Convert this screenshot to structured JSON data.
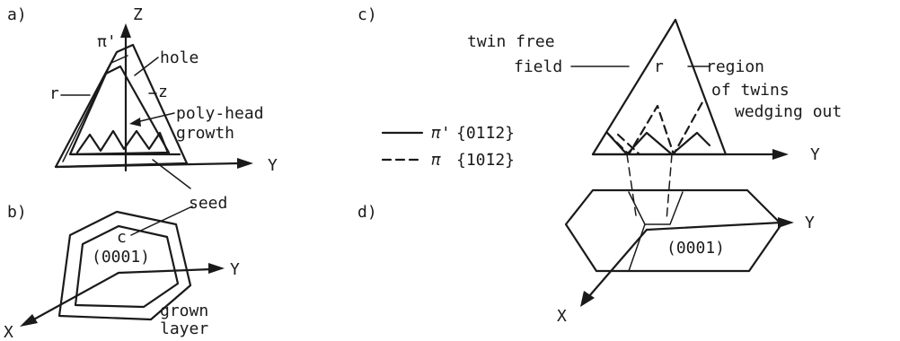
{
  "panel_a": {
    "label": "a)",
    "axis_z": "Z",
    "axis_y": "Y",
    "pi_prime": "π'",
    "hole": "hole",
    "r": "r",
    "z": "z",
    "poly_head_1": "poly-head",
    "poly_head_2": "growth",
    "seed": "seed"
  },
  "panel_b": {
    "label": "b)",
    "c": "c",
    "plane": "(0001)",
    "axis_y": "Y",
    "axis_x": "X",
    "grown_1": "grown",
    "grown_2": "layer"
  },
  "panel_c": {
    "label": "c)",
    "twin_free_1": "twin free",
    "twin_free_2": "field",
    "r": "r",
    "region_1": "region",
    "region_2": "of twins",
    "region_3": "wedging out",
    "axis_y": "Y",
    "legend_solid_symbol": "π'",
    "legend_solid_index": "{01̄12}",
    "legend_dashed_symbol": "π",
    "legend_dashed_index": "{10̄12}"
  },
  "panel_d": {
    "label": "d)",
    "plane": "(0001)",
    "axis_y": "Y",
    "axis_x": "X"
  }
}
